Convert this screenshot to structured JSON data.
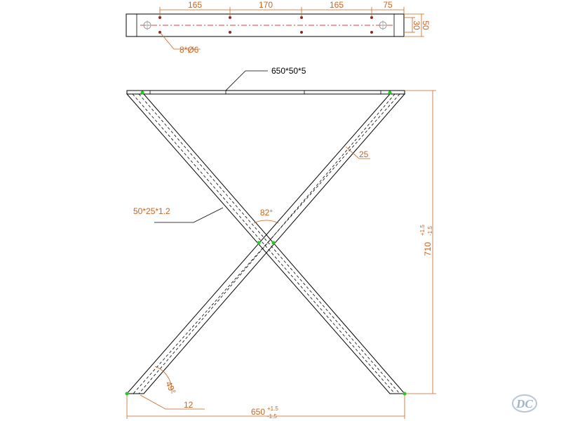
{
  "top_view": {
    "dims": [
      "165",
      "170",
      "165",
      "75"
    ],
    "height_dims": [
      "30",
      "50"
    ],
    "hole_note": "8*Ø6"
  },
  "front_view": {
    "top_bar_label": "650*50*5",
    "tube_label": "50*25*1.2",
    "thickness_dim": "25",
    "angle_top": "82°",
    "angle_bottom": "49°",
    "foot_dim": "12",
    "width_dim": "650",
    "width_tol_plus": "+1.5",
    "width_tol_minus": "-1.5",
    "height_dim": "710",
    "height_tol_plus": "+1.5",
    "height_tol_minus": "-1.5"
  },
  "logo": {
    "text": "DC"
  },
  "colors": {
    "dimension": "#c8641e",
    "centerline": "#cc0000",
    "node": "#22cc22",
    "line": "#000000"
  }
}
